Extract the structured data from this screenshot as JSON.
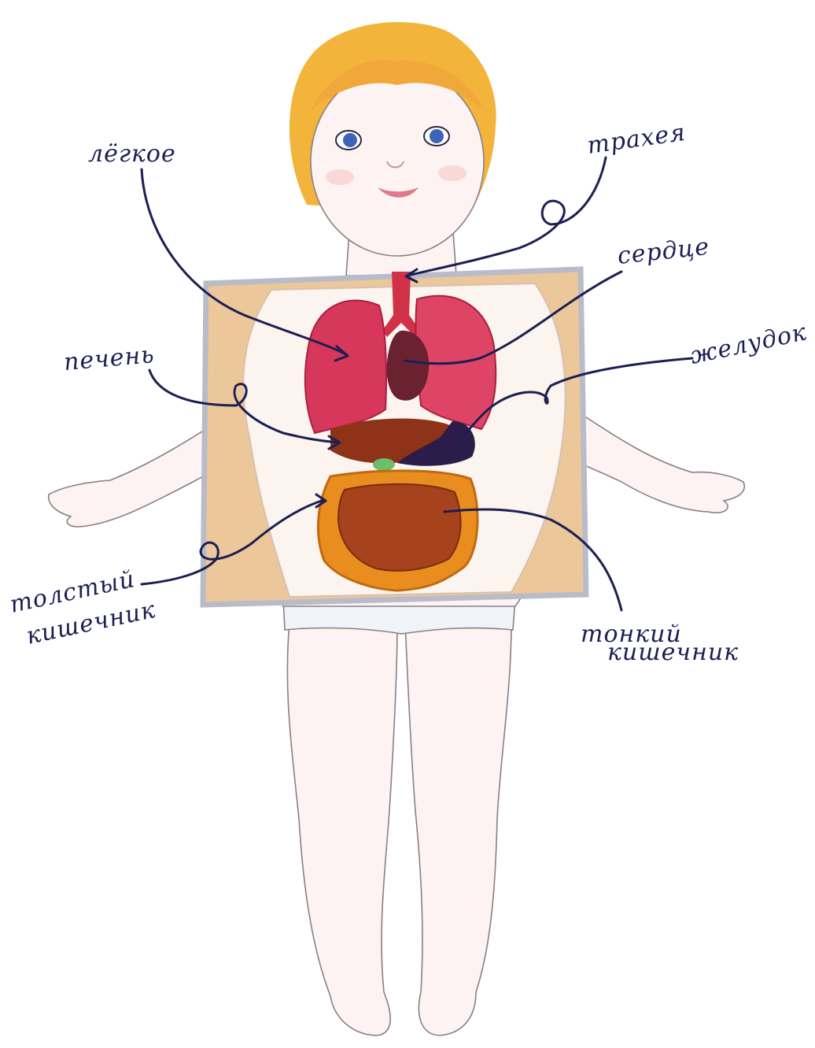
{
  "labels": {
    "lung": "лёгкое",
    "trachea": "трахея",
    "heart": "сердце",
    "liver": "печень",
    "stomach": "желудок",
    "large_intestine_1": "толстый",
    "large_intestine_2": "кишечник",
    "small_intestine_1": "тонкий",
    "small_intestine_2": "кишечник"
  },
  "colors": {
    "ink": "#1c1f52",
    "skin": "#fdf3f2",
    "hair": "#f2b43a",
    "panel": "#ecc79a",
    "panel_border": "#b9bcc8",
    "lungs": "#d6375a",
    "trachea": "#d03048",
    "heart": "#6a2230",
    "liver": "#8e3218",
    "stomach": "#2c1c4a",
    "large_intestine": "#e88d1e",
    "small_intestine": "#a6431c",
    "gallbladder": "#6cbf6a",
    "eyes": "#3f63b6"
  }
}
